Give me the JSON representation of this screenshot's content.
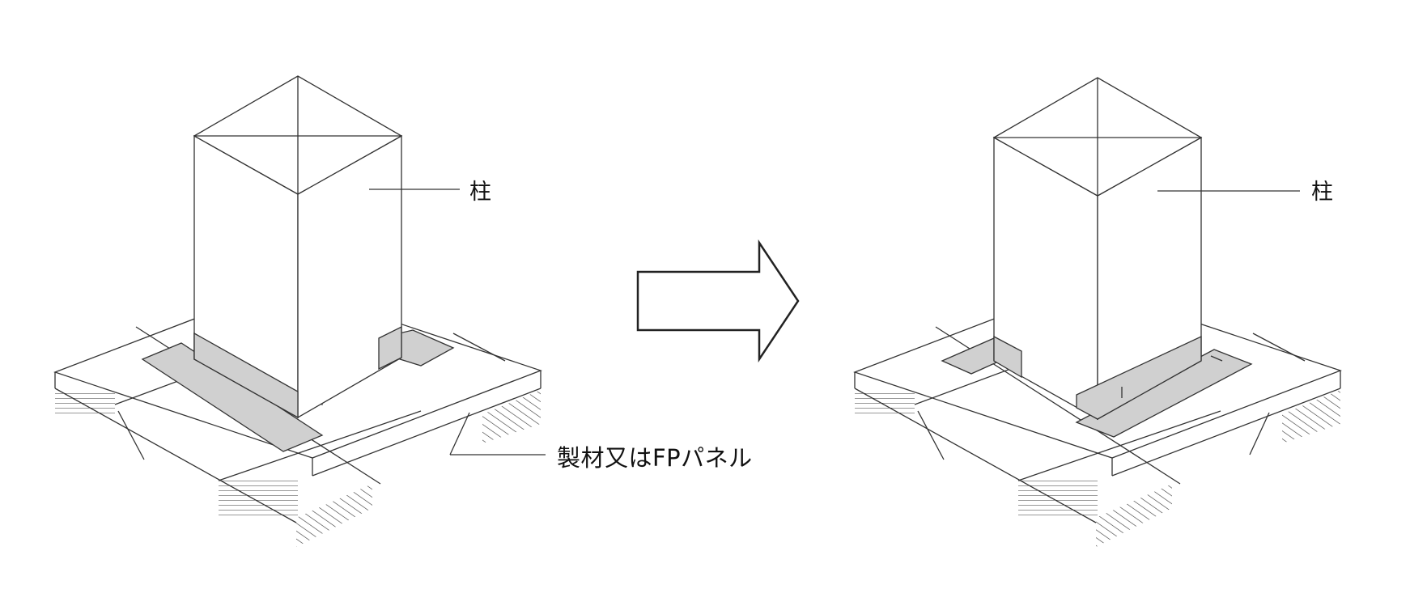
{
  "labels": {
    "column_left": "柱",
    "column_right": "柱",
    "panel": "製材又はFPパネル"
  },
  "colors": {
    "line": "#333333",
    "shading": "#d0d0d0",
    "background": "#ffffff"
  }
}
